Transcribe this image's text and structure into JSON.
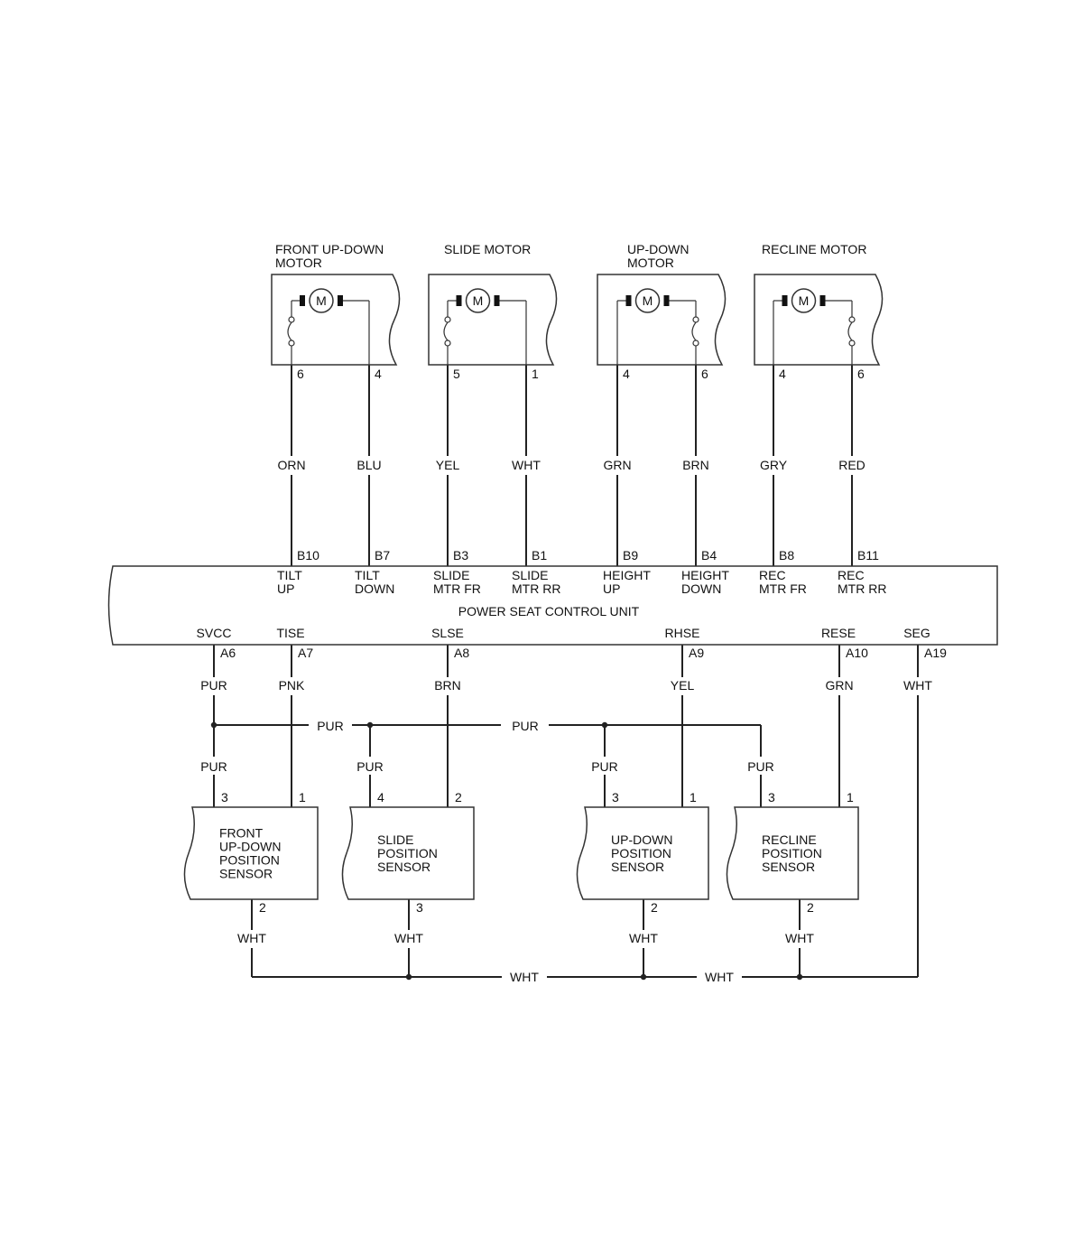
{
  "control_unit": {
    "name": "POWER SEAT CONTROL UNIT"
  },
  "motors": [
    {
      "id": "front-updown",
      "title": [
        "FRONT UP-DOWN",
        "MOTOR"
      ],
      "glyph": "M",
      "side": "left",
      "pins": [
        {
          "pin": "6",
          "wire": "ORN",
          "cu_pin": "B10",
          "cu_label": [
            "TILT",
            "UP"
          ]
        },
        {
          "pin": "4",
          "wire": "BLU",
          "cu_pin": "B7",
          "cu_label": [
            "TILT",
            "DOWN"
          ]
        }
      ]
    },
    {
      "id": "slide",
      "title": [
        "SLIDE MOTOR"
      ],
      "glyph": "M",
      "side": "left",
      "pins": [
        {
          "pin": "5",
          "wire": "YEL",
          "cu_pin": "B3",
          "cu_label": [
            "SLIDE",
            "MTR FR"
          ]
        },
        {
          "pin": "1",
          "wire": "WHT",
          "cu_pin": "B1",
          "cu_label": [
            "SLIDE",
            "MTR RR"
          ]
        }
      ]
    },
    {
      "id": "updown",
      "title": [
        "UP-DOWN",
        "MOTOR"
      ],
      "glyph": "M",
      "side": "right",
      "pins": [
        {
          "pin": "4",
          "wire": "GRN",
          "cu_pin": "B9",
          "cu_label": [
            "HEIGHT",
            "UP"
          ]
        },
        {
          "pin": "6",
          "wire": "BRN",
          "cu_pin": "B4",
          "cu_label": [
            "HEIGHT",
            "DOWN"
          ]
        }
      ]
    },
    {
      "id": "recline",
      "title": [
        "RECLINE MOTOR"
      ],
      "glyph": "M",
      "side": "right",
      "pins": [
        {
          "pin": "4",
          "wire": "GRY",
          "cu_pin": "B8",
          "cu_label": [
            "REC",
            "MTR FR"
          ]
        },
        {
          "pin": "6",
          "wire": "RED",
          "cu_pin": "B11",
          "cu_label": [
            "REC",
            "MTR RR"
          ]
        }
      ]
    }
  ],
  "lower_terminals": [
    {
      "id": "svcc",
      "label": "SVCC",
      "cu_pin": "A6",
      "wire": "PUR"
    },
    {
      "id": "tise",
      "label": "TISE",
      "cu_pin": "A7",
      "wire": "PNK"
    },
    {
      "id": "slse",
      "label": "SLSE",
      "cu_pin": "A8",
      "wire": "BRN"
    },
    {
      "id": "rhse",
      "label": "RHSE",
      "cu_pin": "A9",
      "wire": "YEL"
    },
    {
      "id": "rese",
      "label": "RESE",
      "cu_pin": "A10",
      "wire": "GRN"
    },
    {
      "id": "seg",
      "label": "SEG",
      "cu_pin": "A19",
      "wire": "WHT"
    }
  ],
  "supply_bus": {
    "wire": "PUR",
    "labels": [
      "PUR",
      "PUR"
    ]
  },
  "ground_bus": {
    "wire": "WHT",
    "labels": [
      "WHT",
      "WHT"
    ]
  },
  "sensors": [
    {
      "id": "front-updown",
      "name": [
        "FRONT",
        "UP-DOWN",
        "POSITION",
        "SENSOR"
      ],
      "supply_pin": "3",
      "supply_wire": "PUR",
      "signal_pin": "1",
      "ground_pin": "2",
      "ground_wire": "WHT"
    },
    {
      "id": "slide",
      "name": [
        "SLIDE",
        "POSITION",
        "SENSOR"
      ],
      "supply_pin": "4",
      "supply_wire": "PUR",
      "signal_pin": "2",
      "ground_pin": "3",
      "ground_wire": "WHT"
    },
    {
      "id": "updown",
      "name": [
        "UP-DOWN",
        "POSITION",
        "SENSOR"
      ],
      "supply_pin": "3",
      "supply_wire": "PUR",
      "signal_pin": "1",
      "ground_pin": "2",
      "ground_wire": "WHT"
    },
    {
      "id": "recline",
      "name": [
        "RECLINE",
        "POSITION",
        "SENSOR"
      ],
      "supply_pin": "3",
      "supply_wire": "PUR",
      "signal_pin": "1",
      "ground_pin": "2",
      "ground_wire": "WHT"
    }
  ]
}
